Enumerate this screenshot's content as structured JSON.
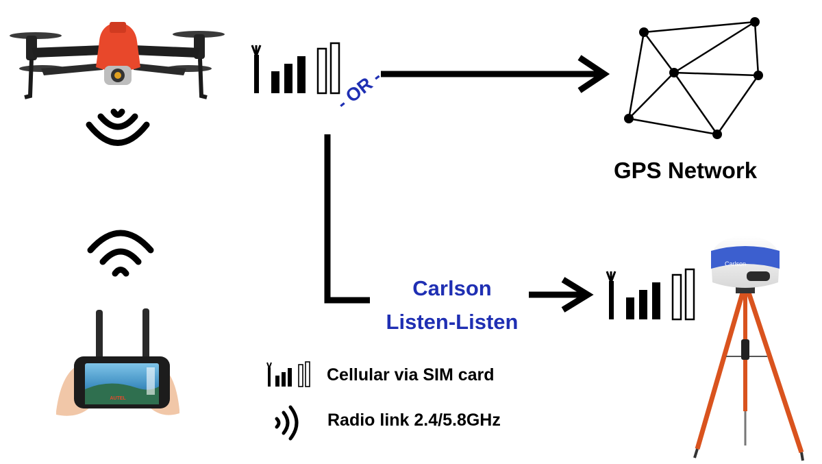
{
  "colors": {
    "accent_blue": "#1f2fb3",
    "drone_orange": "#e8482b",
    "tripod_orange": "#d9531e",
    "ink": "#000000"
  },
  "labels": {
    "or": "- OR -",
    "gps_network": "GPS Network",
    "carlson_line1": "Carlson",
    "carlson_line2": "Listen-Listen"
  },
  "legend": {
    "cellular": "Cellular via SIM card",
    "radio": "Radio link 2.4/5.8GHz"
  },
  "nodes": {
    "drone": "drone",
    "remote_controller": "remote-controller",
    "gps_network": "gps-network-graph",
    "base_station": "gnss-receiver-on-tripod"
  },
  "controller_brand": "AUTEL",
  "receiver_brand": "Carlson"
}
